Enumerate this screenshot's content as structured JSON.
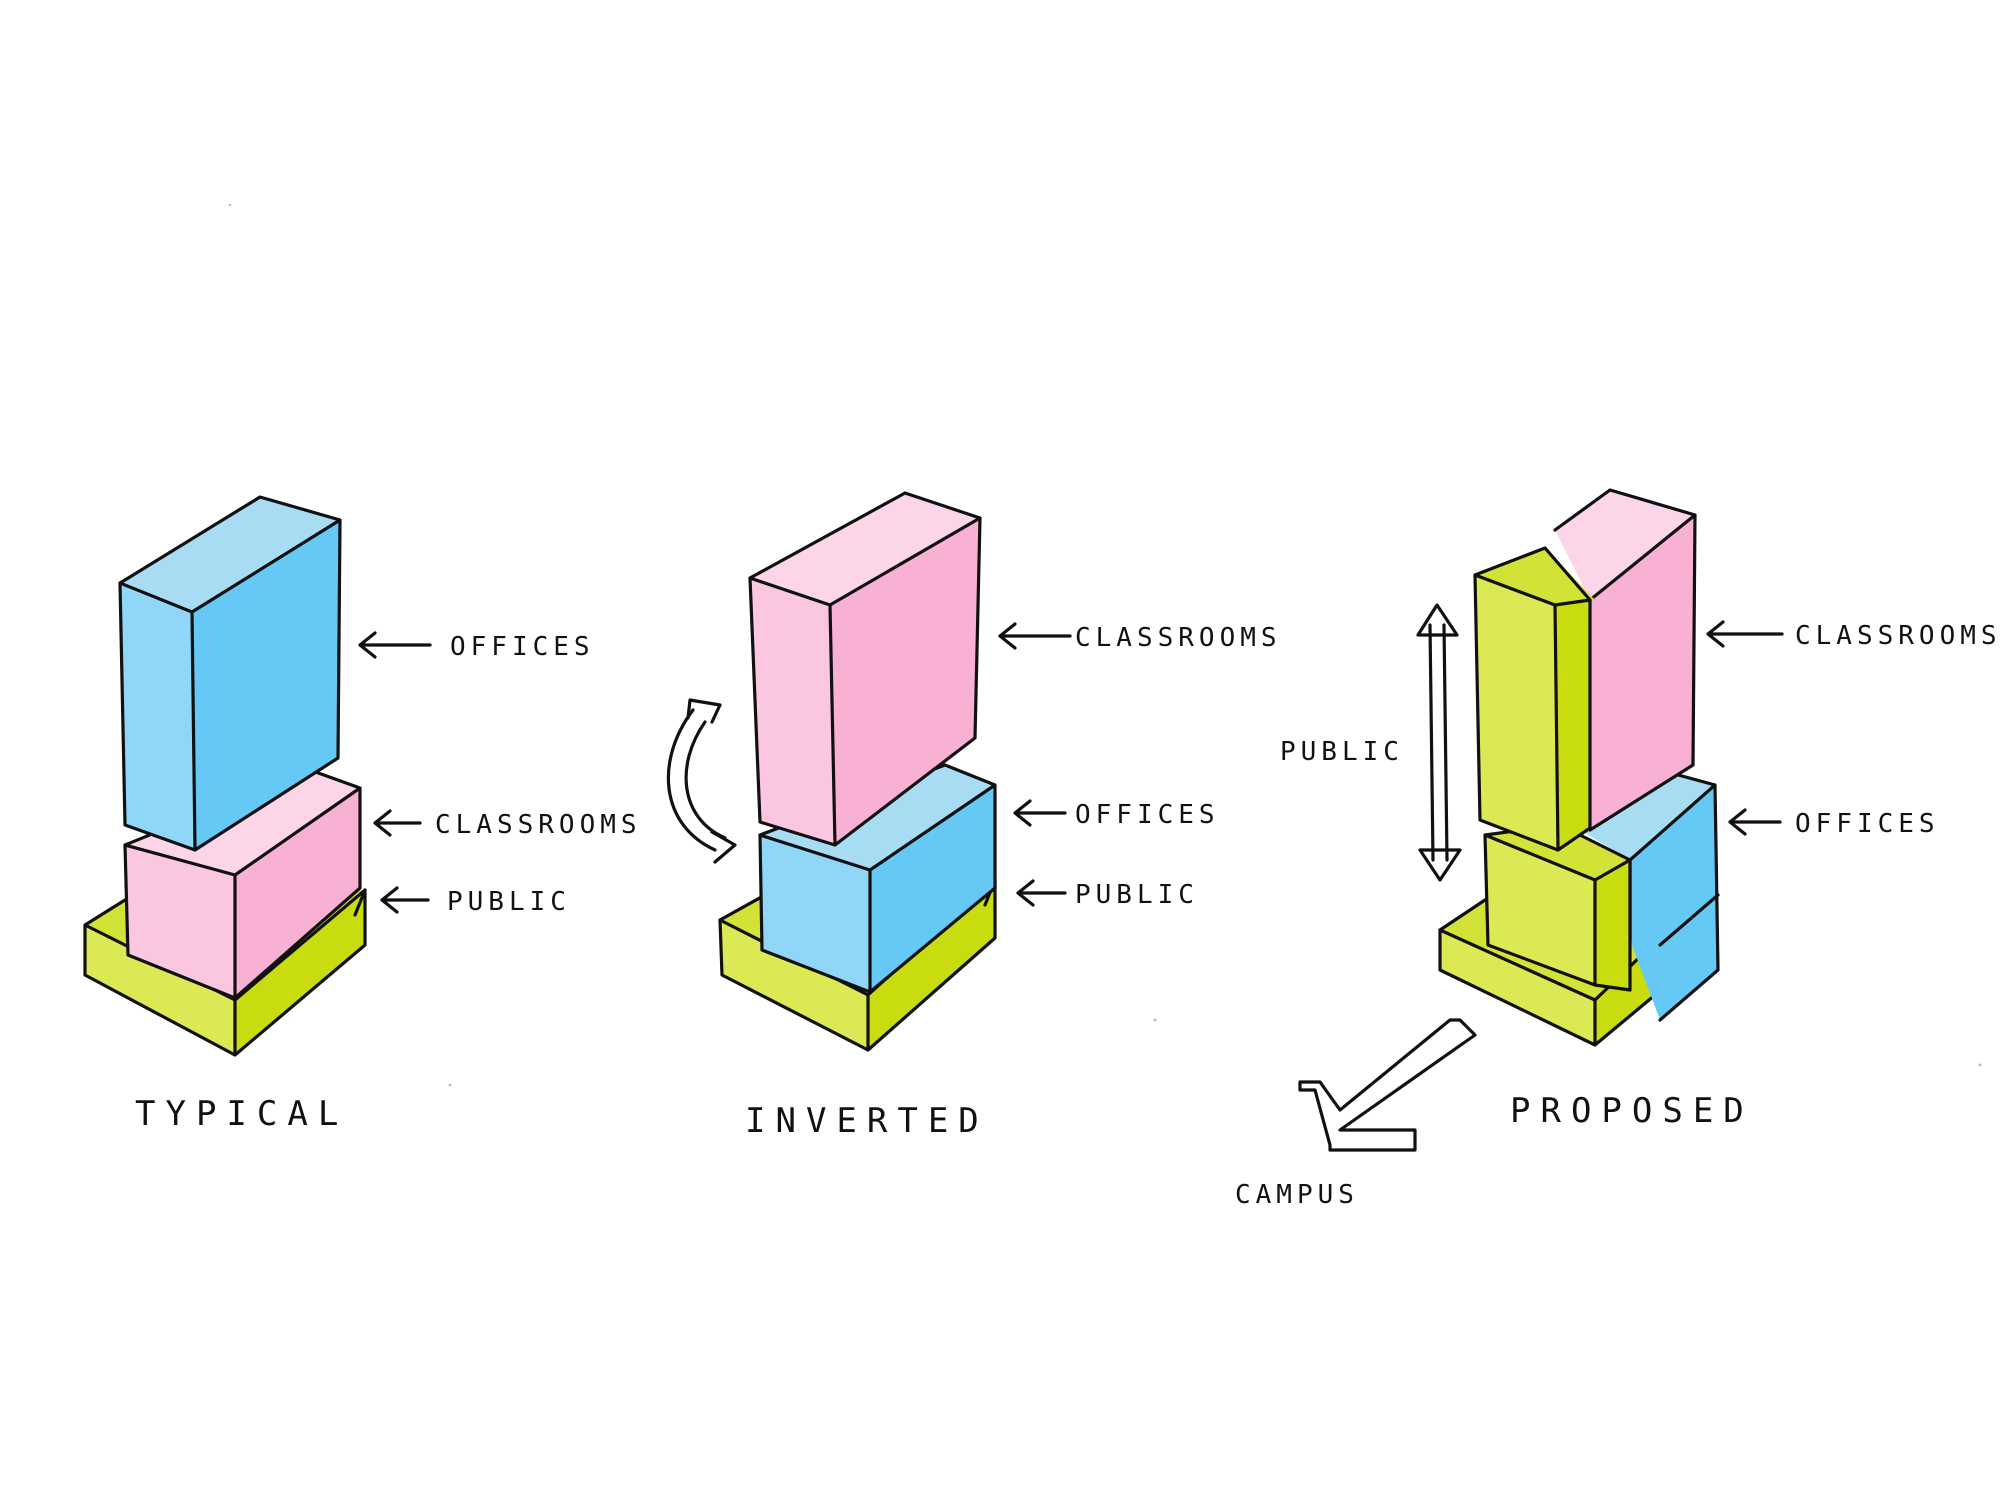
{
  "colors": {
    "offices": {
      "light": "#8fd6f7",
      "mid": "#66c8f5",
      "top": "#a8dcf2"
    },
    "classrooms": {
      "light": "#fbc7e0",
      "mid": "#f8b0d4",
      "top": "#fcd6e8"
    },
    "public": {
      "light": "#dde855",
      "mid": "#c8dc10",
      "top": "#d2e236"
    },
    "ink": "#111111"
  },
  "diagrams": [
    {
      "title": "TYPICAL",
      "labels": {
        "top": "OFFICES",
        "middle": "CLASSROOMS",
        "bottom": "PUBLIC"
      }
    },
    {
      "title": "INVERTED",
      "labels": {
        "top": "CLASSROOMS",
        "middle": "OFFICES",
        "bottom": "PUBLIC"
      }
    },
    {
      "title": "PROPOSED",
      "labels": {
        "top": "CLASSROOMS",
        "middle": "OFFICES",
        "vertical": "PUBLIC"
      },
      "direction_label": "CAMPUS"
    }
  ]
}
